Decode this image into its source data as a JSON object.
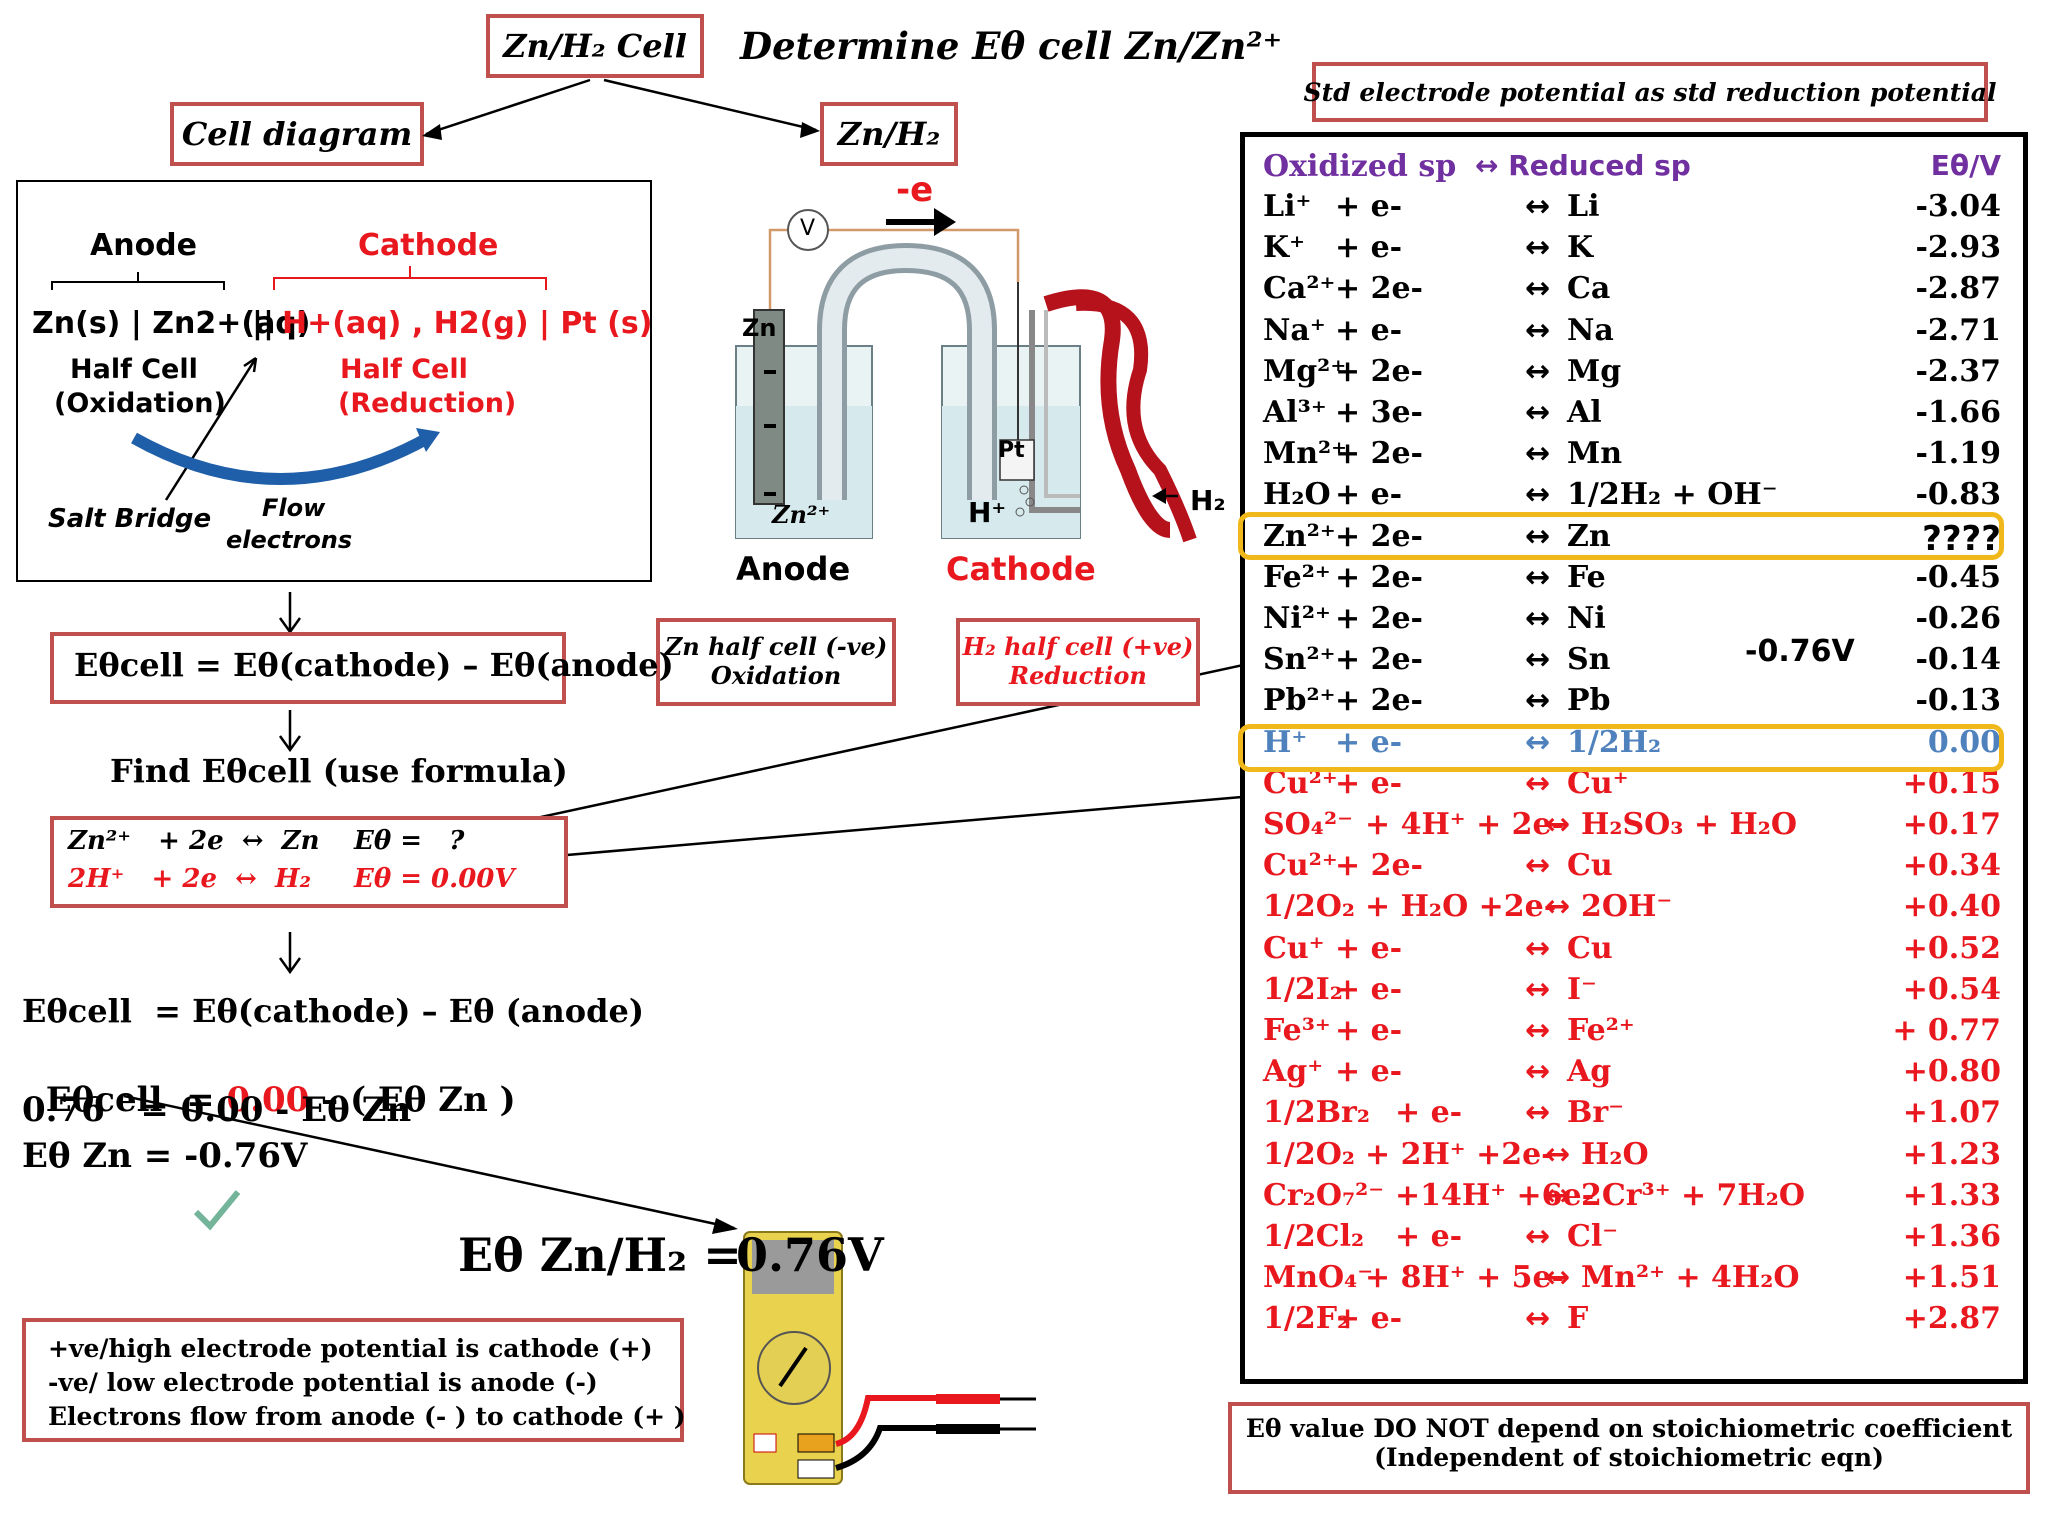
{
  "header": {
    "cell_label": "Zn/H₂ Cell",
    "determine_title": "Determine Eθ cell Zn/Zn²⁺",
    "cell_diagram_label": "Cell diagram",
    "znh2_label": "Zn/H₂"
  },
  "cell_diagram": {
    "anode_label": "Anode",
    "cathode_label": "Cathode",
    "notation_anode": "Zn(s) | Zn2+(aq)",
    "notation_cathode": "H+(aq) , H2(g) | Pt (s)",
    "half_cell_left": "Half Cell",
    "oxidation": "(Oxidation)",
    "half_cell_right": "Half Cell",
    "reduction": "(Reduction)",
    "salt_bridge": "Salt Bridge",
    "flow": "Flow",
    "electrons": "electrons"
  },
  "apparatus": {
    "electron_label": "-e",
    "voltmeter": "V",
    "zn_electrode": "Zn",
    "zn_ion": "Zn²⁺",
    "h_ion": "H⁺",
    "pt": "Pt",
    "h2": "H₂",
    "anode": "Anode",
    "cathode": "Cathode",
    "zn_half_line1": "Zn half cell (-ve)",
    "zn_half_line2": "Oxidation",
    "h2_half_line1": "H₂ half cell (+ve)",
    "h2_half_line2": "Reduction"
  },
  "formula": {
    "ecell_formula": "Eθcell = Eθ(cathode) – Eθ(anode)",
    "find_label": "Find Eθcell (use formula)",
    "eq1_left": "Zn²⁺   + 2e  ↔  Zn",
    "eq1_right": "Eθ =   ?",
    "eq2_left": "2H⁺   + 2e  ↔  H₂",
    "eq2_right": "Eθ = 0.00V"
  },
  "calculation": {
    "line1": "Eθcell  = Eθ(cathode) – Eθ (anode)",
    "line2_a": "Eθcell  = ",
    "line2_b": "0.00",
    "line2_c": " – ( Eθ Zn )",
    "line3": "0.76   = 0.00 - Eθ Zn",
    "line4": "Eθ Zn = -0.76V",
    "big_result": "Eθ Zn/H₂ =",
    "meter_value": "0.76V"
  },
  "rules": {
    "line1": "+ve/high electrode potential is cathode (+)",
    "line2": "-ve/ low electrode potential is anode (-)",
    "line3": "Electrons flow from anode (- ) to cathode (+ )"
  },
  "table": {
    "title": "Std electrode potential as std reduction potential",
    "header_ox": "Oxidized sp",
    "header_red": "↔ Reduced sp",
    "header_e": "Eθ/V",
    "annotation": "-0.76V",
    "note_line1": "Eθ value DO NOT depend on stoichiometric coefficient",
    "note_line2": "(Independent of stoichiometric eqn)",
    "rows": [
      {
        "ox": "Li⁺",
        "e": "+  e-",
        "red": "Li",
        "v": "-3.04"
      },
      {
        "ox": "K⁺",
        "e": "+  e-",
        "red": "K",
        "v": "-2.93"
      },
      {
        "ox": "Ca²⁺",
        "e": "+ 2e-",
        "red": "Ca",
        "v": "-2.87"
      },
      {
        "ox": "Na⁺",
        "e": "+  e-",
        "red": "Na",
        "v": "-2.71"
      },
      {
        "ox": "Mg²⁺",
        "e": "+ 2e-",
        "red": "Mg",
        "v": "-2.37"
      },
      {
        "ox": "Al³⁺",
        "e": "+ 3e-",
        "red": "Al",
        "v": "-1.66"
      },
      {
        "ox": "Mn²⁺",
        "e": "+ 2e-",
        "red": "Mn",
        "v": "-1.19"
      },
      {
        "ox": "H₂O",
        "e": "+  e-",
        "red": "1/2H₂ + OH⁻",
        "v": "-0.83"
      },
      {
        "ox": "Zn²⁺",
        "e": "+ 2e-",
        "red": "Zn",
        "v": "????"
      },
      {
        "ox": "Fe²⁺",
        "e": "+ 2e-",
        "red": "Fe",
        "v": "-0.45"
      },
      {
        "ox": "Ni²⁺",
        "e": "+ 2e-",
        "red": "Ni",
        "v": "-0.26"
      },
      {
        "ox": "Sn²⁺",
        "e": "+ 2e-",
        "red": "Sn",
        "v": "-0.14"
      },
      {
        "ox": "Pb²⁺",
        "e": "+ 2e-",
        "red": "Pb",
        "v": "-0.13"
      },
      {
        "ox": "H⁺",
        "e": "+  e-",
        "red": "1/2H₂",
        "v": "0.00"
      },
      {
        "ox": "Cu²⁺",
        "e": "+  e-",
        "red": "Cu⁺",
        "v": "+0.15"
      },
      {
        "ox": "SO₄²⁻",
        "e": "+ 4H⁺ + 2e-",
        "red": "H₂SO₃ + H₂O",
        "v": "+0.17"
      },
      {
        "ox": "Cu²⁺",
        "e": "+ 2e-",
        "red": "Cu",
        "v": "+0.34"
      },
      {
        "ox": "1/2O₂",
        "e": "+ H₂O +2e-",
        "red": "2OH⁻",
        "v": "+0.40"
      },
      {
        "ox": "Cu⁺",
        "e": "+  e-",
        "red": "Cu",
        "v": "+0.52"
      },
      {
        "ox": "1/2I₂",
        "e": "+  e-",
        "red": "I⁻",
        "v": "+0.54"
      },
      {
        "ox": "Fe³⁺",
        "e": "+  e-",
        "red": "Fe²⁺",
        "v": "+ 0.77"
      },
      {
        "ox": "Ag⁺",
        "e": "+  e-",
        "red": "Ag",
        "v": "+0.80"
      },
      {
        "ox": "1/2Br₂",
        "e": "+ e-",
        "red": "Br⁻",
        "v": "+1.07"
      },
      {
        "ox": "1/2O₂",
        "e": "+ 2H⁺  +2e-",
        "red": "H₂O",
        "v": "+1.23"
      },
      {
        "ox": "Cr₂O₇²⁻",
        "e": "+14H⁺ +6e-",
        "red": "2Cr³⁺ + 7H₂O",
        "v": "+1.33"
      },
      {
        "ox": "1/2Cl₂",
        "e": "+  e-",
        "red": "Cl⁻",
        "v": "+1.36"
      },
      {
        "ox": "MnO₄⁻",
        "e": "+ 8H⁺ + 5e-",
        "red": "Mn²⁺ + 4H₂O",
        "v": "+1.51"
      },
      {
        "ox": "1/2F₂",
        "e": "+  e-",
        "red": "F",
        "v": "+2.87"
      }
    ],
    "arrow_glyph": "↔"
  },
  "colors": {
    "box_border": "#c0504d",
    "red_text": "#e8181e",
    "purple_header": "#7030a0",
    "blue_row": "#4f81bd",
    "highlight": "#f1b81b",
    "flow_arrow": "#1f5ea8"
  }
}
